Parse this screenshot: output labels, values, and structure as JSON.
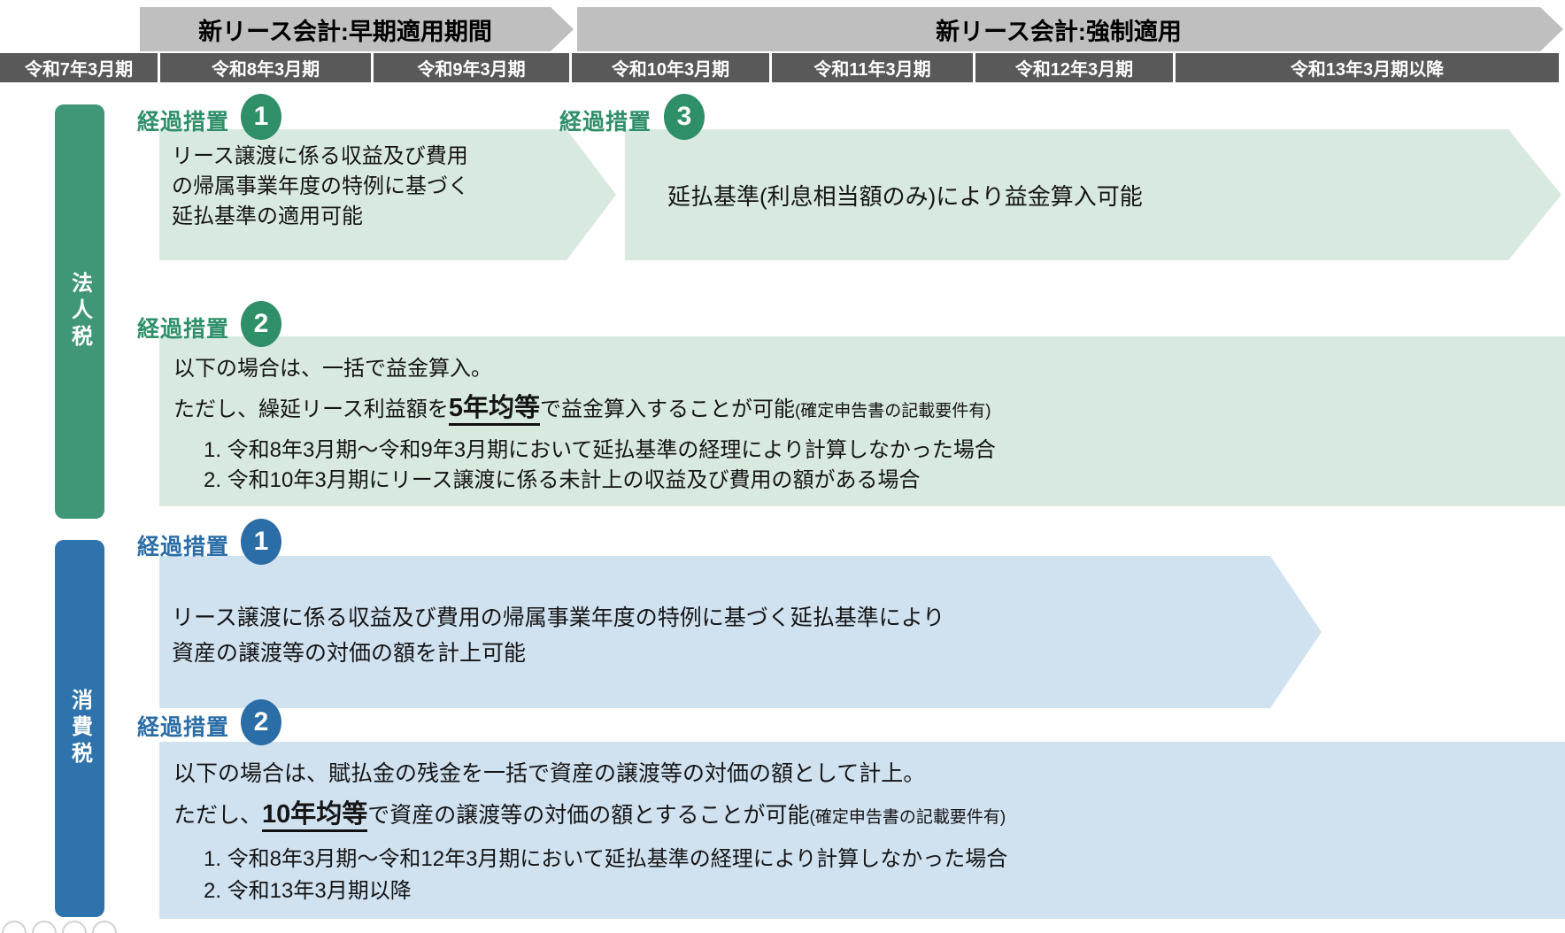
{
  "colors": {
    "banner_bg": "#bfbfbf",
    "period_bg": "#595959",
    "corporate_green": "#3f9777",
    "corporate_green_dark": "#2e8f68",
    "corporate_green_light": "#d8e9df",
    "consumption_blue": "#2e73ac",
    "consumption_blue_dark": "#2b6da6",
    "consumption_blue_light": "#d0e1f0"
  },
  "timeline": {
    "early_banner": "新リース会計:早期適用期間",
    "forced_banner": "新リース会計:強制適用",
    "periods": [
      "令和7年3月期",
      "令和8年3月期",
      "令和9年3月期",
      "令和10年3月期",
      "令和11年3月期",
      "令和12年3月期",
      "令和13年3月期以降"
    ]
  },
  "corporate_tax": {
    "label": "法人税",
    "measure_word": "経過措置",
    "m1": {
      "num": "1",
      "line1": "リース譲渡に係る収益及び費用",
      "line2": "の帰属事業年度の特例に基づく",
      "line3": "延払基準の適用可能"
    },
    "m3": {
      "num": "3",
      "text": "延払基準(利息相当額のみ)により益金算入可能"
    },
    "m2": {
      "num": "2",
      "line1": "以下の場合は、一括で益金算入。",
      "line2_pre": "ただし、繰延リース利益額を",
      "line2_bold": "5年均等",
      "line2_post": "で益金算入することが可能",
      "line2_note": "(確定申告書の記載要件有)",
      "item1": "1. 令和8年3月期〜令和9年3月期において延払基準の経理により計算しなかった場合",
      "item2": "2. 令和10年3月期にリース譲渡に係る未計上の収益及び費用の額がある場合"
    }
  },
  "consumption_tax": {
    "label": "消費税",
    "measure_word": "経過措置",
    "m1": {
      "num": "1",
      "line1": "リース譲渡に係る収益及び費用の帰属事業年度の特例に基づく延払基準により",
      "line2": "資産の譲渡等の対価の額を計上可能"
    },
    "m2": {
      "num": "2",
      "line1": "以下の場合は、賦払金の残金を一括で資産の譲渡等の対価の額として計上。",
      "line2_pre": "ただし、",
      "line2_bold": "10年均等",
      "line2_post": "で資産の譲渡等の対価の額とすることが可能",
      "line2_note": "(確定申告書の記載要件有)",
      "item1": "1. 令和8年3月期〜令和12年3月期において延払基準の経理により計算しなかった場合",
      "item2": "2. 令和13年3月期以降"
    }
  }
}
